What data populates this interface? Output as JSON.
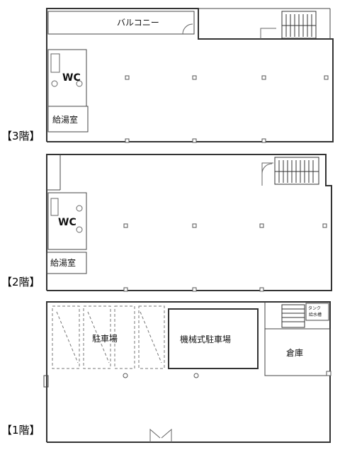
{
  "floors": [
    {
      "label": "【3階】",
      "rooms": {
        "balcony": "バルコニー",
        "wc": "WC",
        "kitchenette": "給湯室"
      }
    },
    {
      "label": "【2階】",
      "rooms": {
        "wc": "WC",
        "kitchenette": "給湯室"
      }
    },
    {
      "label": "【1階】",
      "rooms": {
        "parking": "駐車場",
        "mechanical_parking": "機械式駐車場",
        "storage": "倉庫",
        "tank": "タンク",
        "tank_sub": "給水槽"
      }
    }
  ]
}
